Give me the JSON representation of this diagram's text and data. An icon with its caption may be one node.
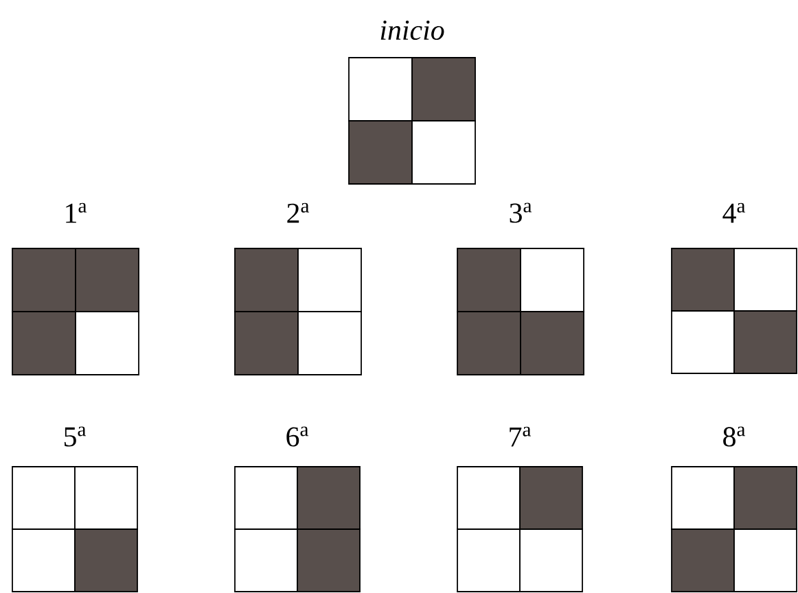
{
  "diagram": {
    "nodes": [
      {
        "text": [
          "inicio"
        ]
      },
      {
        "text": [
          "1$^{a}$"
        ]
      },
      {
        "text": [
          "2$^{a}$"
        ]
      },
      {
        "text": [
          "3$^{a}$"
        ]
      },
      {
        "text": [
          "4$^{a}$"
        ]
      },
      {
        "text": [
          "5$^{a}$"
        ]
      },
      {
        "text": [
          "6$^{a}$"
        ]
      },
      {
        "text": [
          "7$^{a}$"
        ]
      },
      {
        "text": [
          "8$^{a}$"
        ]
      }
    ]
  }
}
